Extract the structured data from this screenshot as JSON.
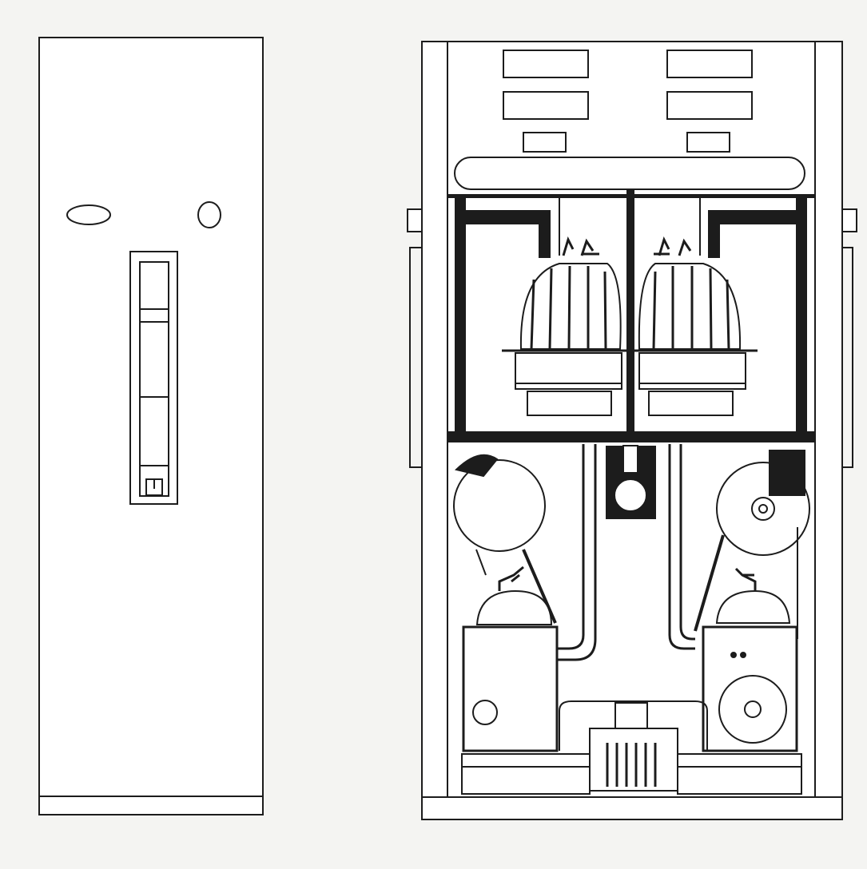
{
  "figure": {
    "kind": "technical-line-drawing",
    "views": [
      "side-view",
      "front-view-cutaway"
    ],
    "colors": {
      "paper": "#f4f4f2",
      "ink": "#1c1c1c",
      "fill": "#ffffff",
      "shade": "#e9e9e6"
    }
  }
}
